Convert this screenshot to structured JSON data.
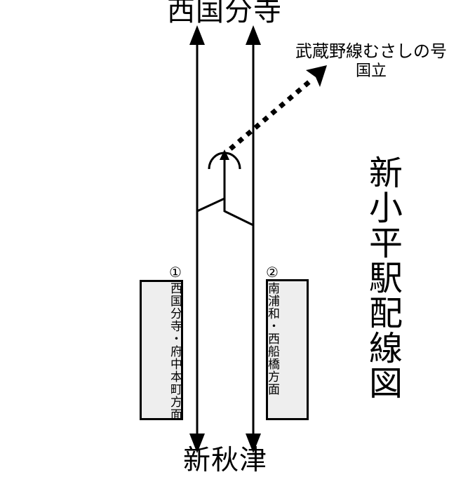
{
  "diagram": {
    "title": "新小平駅配線図",
    "top_station": "西国分寺",
    "bottom_station": "新秋津",
    "branch": {
      "line1": "武蔵野線むさしの号",
      "line2": "国立"
    },
    "platforms": [
      {
        "number": "①",
        "destination": "西国分寺・府中本町方面"
      },
      {
        "number": "②",
        "destination": "南浦和・西船橋方面"
      }
    ],
    "colors": {
      "line": "#000000",
      "platform_fill": "#eeeeee",
      "background": "#ffffff"
    }
  }
}
